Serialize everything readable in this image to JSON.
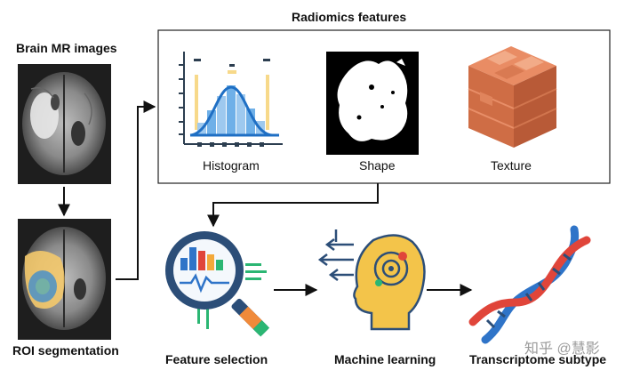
{
  "header": {
    "radiomics_title": "Radiomics features"
  },
  "input": {
    "brain_label": "Brain MR images",
    "roi_label": "ROI segmentation"
  },
  "features": {
    "histogram": "Histogram",
    "shape": "Shape",
    "texture": "Texture"
  },
  "pipeline": {
    "feature_selection": "Feature selection",
    "machine_learning": "Machine learning",
    "transcriptome": "Transcriptome subtype"
  },
  "watermark": "知乎 @慧影",
  "colors": {
    "histogram_blue": "#3a8fd8",
    "histogram_yellow": "#f7d98a",
    "texture_orange": "#e0734a",
    "head_yellow": "#f3c44a",
    "dna_red": "#e0453a",
    "dna_blue": "#2f74c8",
    "roi_yellow": "#f4c96b",
    "roi_blue": "#4a90c8"
  }
}
